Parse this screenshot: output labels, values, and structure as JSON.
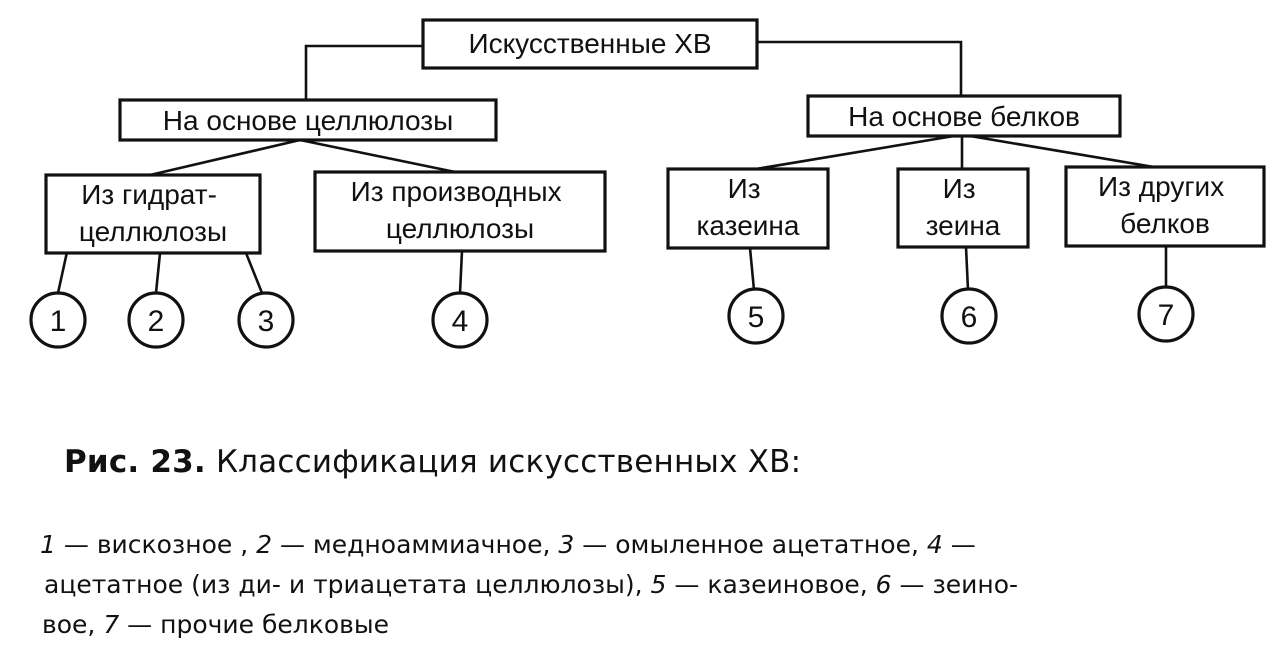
{
  "nodes": {
    "root": {
      "lines": [
        "Искусственные ХВ"
      ]
    },
    "cellulose": {
      "lines": [
        "На основе целлюлозы"
      ]
    },
    "proteins": {
      "lines": [
        "На основе белков"
      ]
    },
    "hydrate": {
      "lines": [
        "Из гидрат-",
        "целлюлозы"
      ]
    },
    "derivatives": {
      "lines": [
        "Из производных",
        "целлюлозы"
      ]
    },
    "casein": {
      "lines": [
        "Из",
        "казеина"
      ]
    },
    "zein": {
      "lines": [
        "Из",
        "зеина"
      ]
    },
    "other": {
      "lines": [
        "Из других",
        "белков"
      ]
    }
  },
  "circles": [
    "1",
    "2",
    "3",
    "4",
    "5",
    "6",
    "7"
  ],
  "caption": {
    "title_prefix": "Рис. 23.",
    "title_text": " Классификация искусственных ХВ:",
    "legend": [
      {
        "n": "1",
        "t": "вискозное"
      },
      {
        "n": "2",
        "t": "медноаммиачное"
      },
      {
        "n": "3",
        "t": "омыленное ацетатное"
      },
      {
        "n": "4",
        "t": "ацетатное (из ди- и триацетата целлюлозы)"
      },
      {
        "n": "5",
        "t": "казеиновое"
      },
      {
        "n": "6",
        "t": "зеиновое"
      },
      {
        "n": "7",
        "t": "прочие белковые"
      }
    ],
    "line1_sep1": " , ",
    "line1_sep2": ", ",
    "line1_sep3": ", ",
    "line1_end": " —",
    "line2_lead": "ацетатное (из ди- и триацетата целлюлозы)",
    "line2_sep1": ", ",
    "line2_sep2": ", ",
    "line2_zein_part": "зеино-",
    "line3_zein_part": "вое",
    "line3_sep": ", ",
    "dash": " — "
  }
}
